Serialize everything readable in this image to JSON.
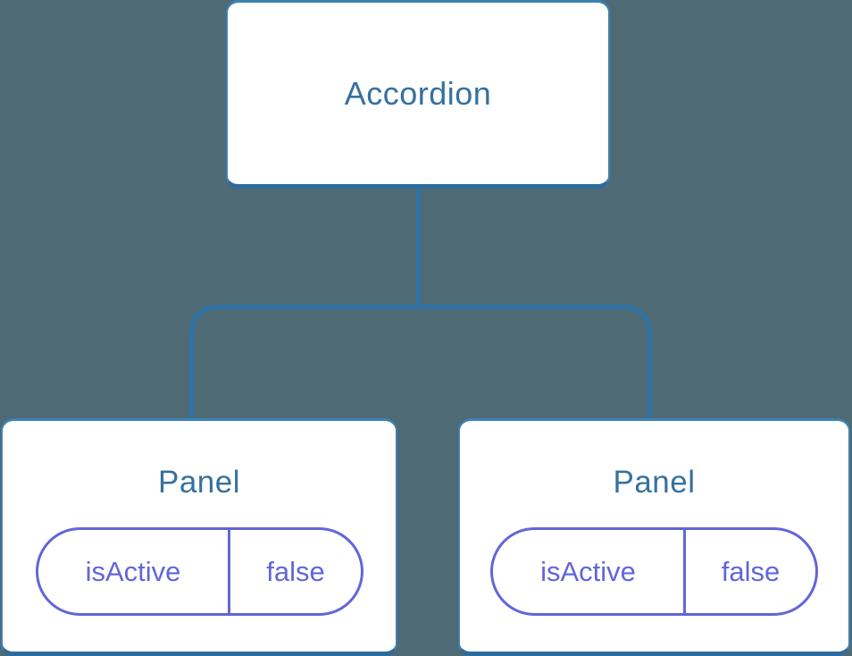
{
  "diagram": {
    "type": "component-tree",
    "root": {
      "label": "Accordion"
    },
    "panels": [
      {
        "label": "Panel",
        "state_name": "isActive",
        "state_value": "false"
      },
      {
        "label": "Panel",
        "state_name": "isActive",
        "state_value": "false"
      }
    ],
    "colors": {
      "background": "#4d6a75",
      "node_fill": "#ffffff",
      "node_border": "#4181b1",
      "node_border_bottom": "#2e6b9d",
      "connector_line": "#2e72a6",
      "title_text": "#35719f",
      "state_badge": "#6266d8"
    }
  }
}
